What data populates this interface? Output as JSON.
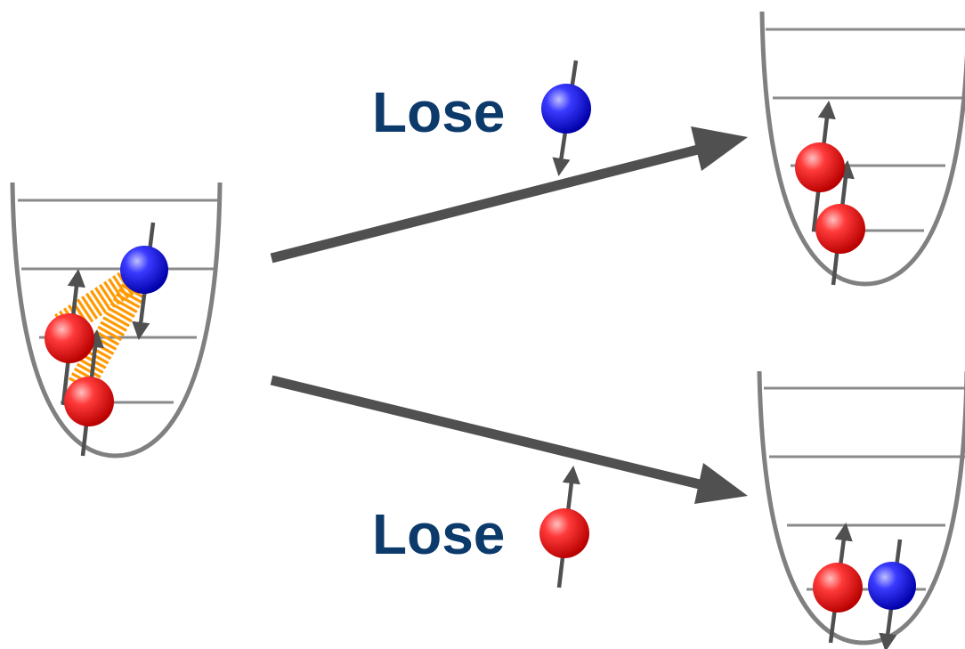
{
  "labels": {
    "lose_top": "Lose",
    "lose_bottom": "Lose"
  },
  "colors": {
    "label": "#0b3a6b",
    "trap": "#808080",
    "level": "#8a8a8a",
    "arrow": "#505050",
    "spin_up_particle": "#e01515",
    "spin_down_particle": "#1818d8",
    "interaction": "#ff9900"
  },
  "diagram": {
    "initial_state": {
      "particles": [
        "spin-up",
        "spin-up",
        "spin-down"
      ],
      "interaction_links": 2
    },
    "final_state_top": {
      "particles": [
        "spin-up",
        "spin-up"
      ],
      "lost": "spin-down"
    },
    "final_state_bottom": {
      "particles": [
        "spin-up",
        "spin-down"
      ],
      "lost": "spin-up"
    }
  }
}
